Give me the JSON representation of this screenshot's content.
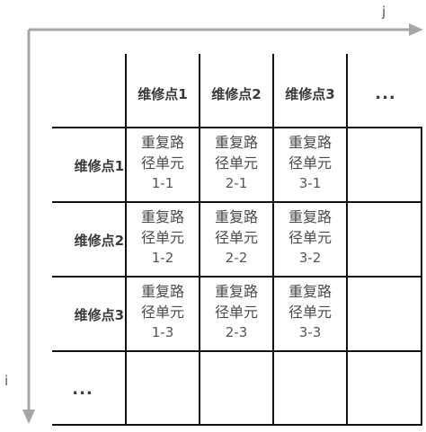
{
  "axes": {
    "j_label": "j",
    "i_label": "i",
    "color": "#a6a6a6"
  },
  "grid": {
    "columns": [
      "维修点1",
      "维修点2",
      "维修点3",
      "..."
    ],
    "rows": [
      "维修点1",
      "维修点2",
      "维修点3",
      "..."
    ],
    "unit_text_line1": "重复路",
    "unit_text_line2": "径单元",
    "cells": [
      [
        "1-1",
        "2-1",
        "3-1"
      ],
      [
        "1-2",
        "2-2",
        "3-2"
      ],
      [
        "1-3",
        "2-3",
        "3-3"
      ]
    ],
    "line_color": "#111111"
  }
}
